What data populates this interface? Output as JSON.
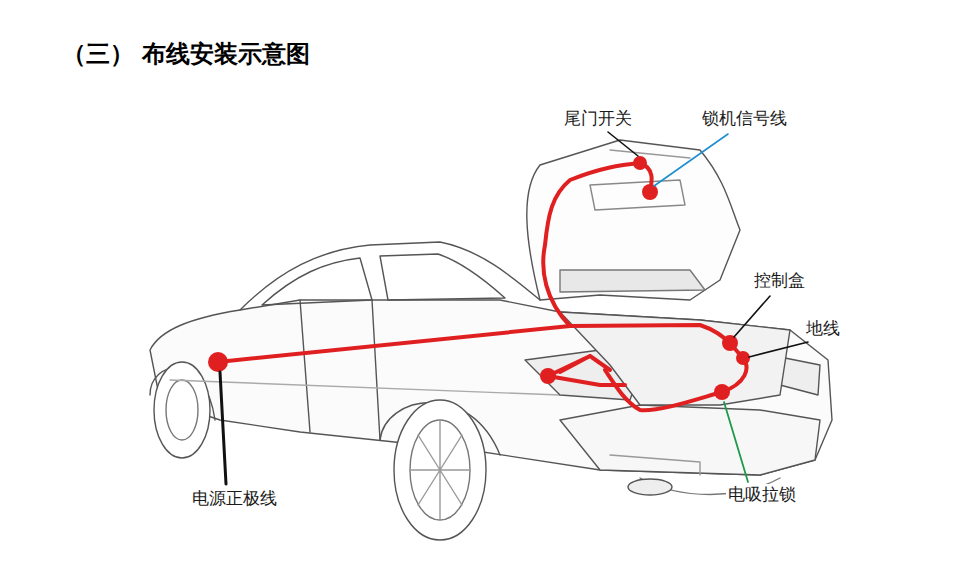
{
  "diagram": {
    "title": "（三） 布线安装示意图",
    "labels": [
      "尾门开关",
      "锁机信号线",
      "控制盒",
      "地线",
      "电源正极线",
      "电吸拉锁"
    ]
  }
}
